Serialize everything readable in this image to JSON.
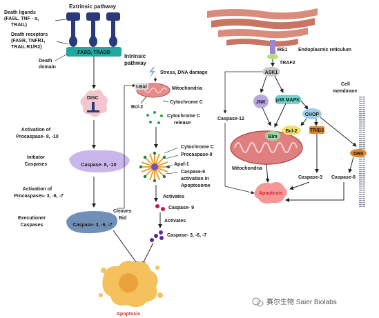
{
  "extrinsic": {
    "title": "Extrinsic pathway",
    "death_ligands": [
      "Death ligands",
      "(FASL, TNF - α,",
      "TRAIL)"
    ],
    "death_receptors": [
      "Death receptors",
      "(FASR, TNFR1,",
      "TRAIL R1/R2)"
    ],
    "fadd": "FADD, TRADD",
    "death_domain": [
      "Death",
      "domain"
    ],
    "disc": "DISC",
    "activation1": [
      "Activation of",
      "Procaspase- 8, -10"
    ],
    "initiator": [
      "Initiator",
      "Caspases"
    ],
    "caspase8": "Caspase- 8, -10",
    "activation2": [
      "Activation of",
      "Procaspases- 3, -6, -7"
    ],
    "executioner": [
      "Executioner",
      "Caspases"
    ],
    "caspase3": "Caspase- 3, -6, -7",
    "cleaves": [
      "Cleaves",
      "Bid"
    ]
  },
  "intrinsic": {
    "title": [
      "Intrinsic",
      "pathway"
    ],
    "stress": "Stress, DNA damage",
    "tbid": "t-Bid",
    "mitochondria": "Mitochondria",
    "bcl2": "Bcl-2",
    "cytc": "Cytochrome C",
    "cytc_release": [
      "Cytochrome C",
      "release"
    ],
    "apo_cytc": "Cytochrome C",
    "procaspase9": "Procaspase-9",
    "apaf1": "Apaf-1",
    "casp9_act": [
      "Caspase-9",
      "activation in",
      "Apoptosome"
    ],
    "activates1": "Activates",
    "caspase9": "Caspase- 9",
    "activates2": "Activates",
    "caspase367": "Caspase- 3, -6, -7"
  },
  "er": {
    "ire1": "IRE1",
    "er_label": "Endoplasmic reticulum",
    "traf2": "TRAF2",
    "ask1": "ASK1",
    "jnk": "JNK",
    "p38": "p38 MAPK",
    "caspase12": "Caspase-12",
    "chop": "CHOP",
    "bim": "Bim",
    "bcl2": "Bcl-2",
    "trib3": "TRIB3",
    "dr5": "DR5",
    "cell_membrane": [
      "Cell",
      "membrane"
    ],
    "mitochondria": "Mitochondria",
    "caspase3": "Caspase-3",
    "caspase8": "Caspase-8",
    "apoptosis": "Apoptosis"
  },
  "apoptosis_bottom": "Apoptosis",
  "watermark": "赛尔生物 Saier Biolabs",
  "colors": {
    "accent_red": "#d22a2a",
    "navy": "#2b3a78",
    "teal": "#1fa8a0"
  }
}
